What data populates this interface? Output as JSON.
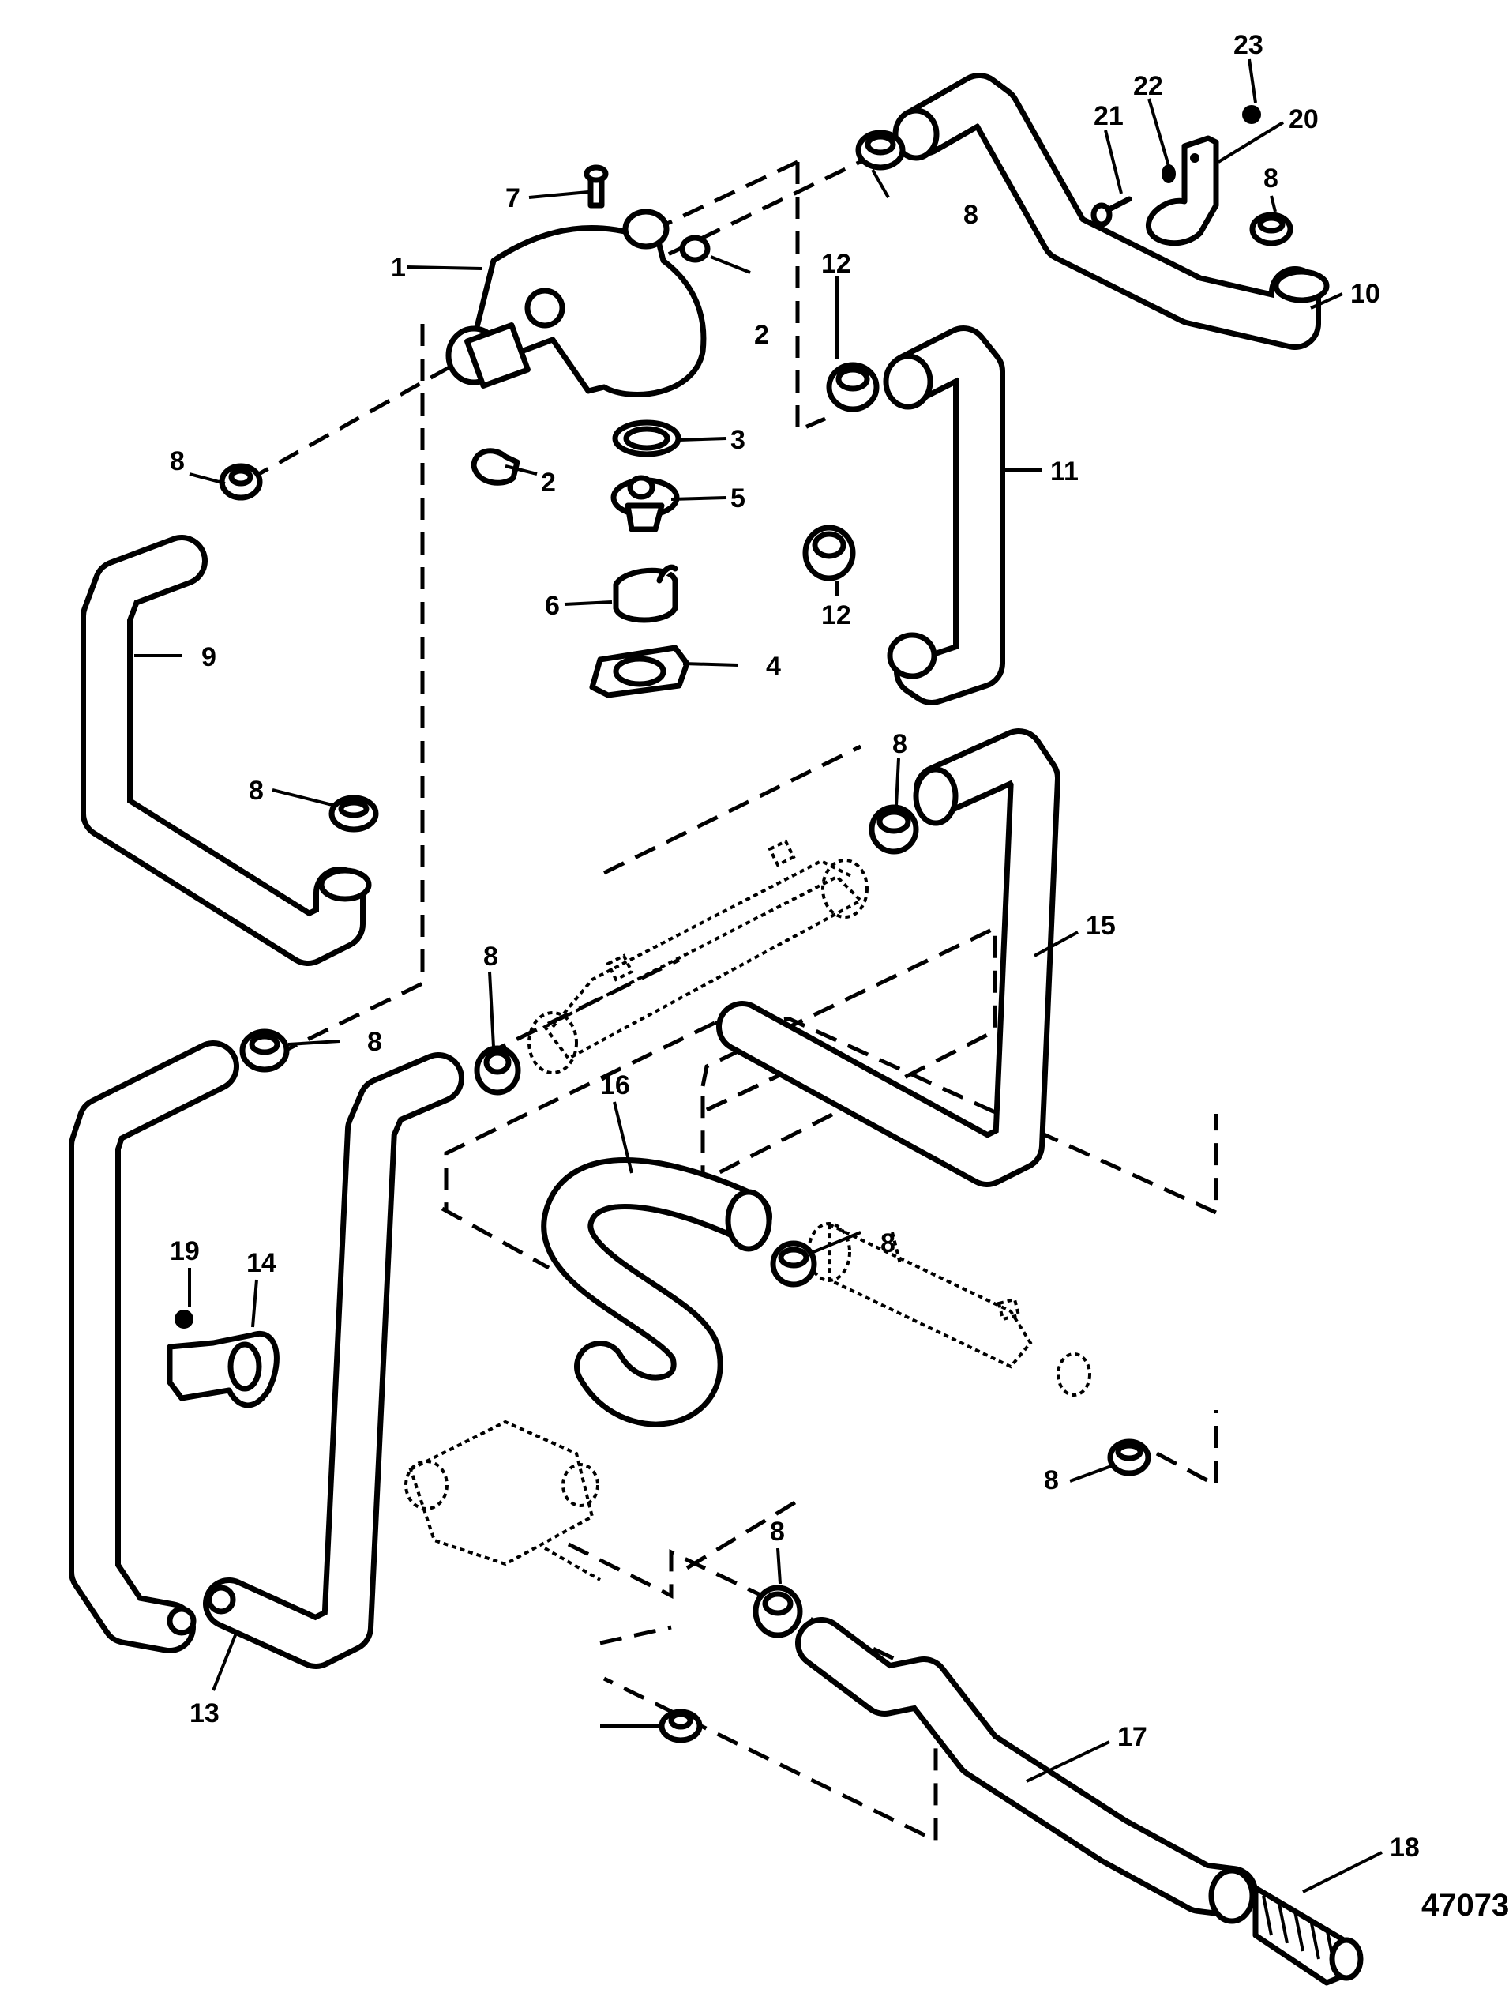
{
  "diagram": {
    "title": "Cooling system hoses exploded view",
    "document_number": "47073",
    "parts": [
      {
        "id": "p1",
        "label": "1",
        "name": "thermostat-housing"
      },
      {
        "id": "p2a",
        "label": "2",
        "name": "plug"
      },
      {
        "id": "p2b",
        "label": "2",
        "name": "plug"
      },
      {
        "id": "p3",
        "label": "3",
        "name": "gasket"
      },
      {
        "id": "p4",
        "label": "4",
        "name": "gasket"
      },
      {
        "id": "p5",
        "label": "5",
        "name": "thermostat"
      },
      {
        "id": "p6",
        "label": "6",
        "name": "sleeve"
      },
      {
        "id": "p7",
        "label": "7",
        "name": "bolt"
      },
      {
        "id": "p8a",
        "label": "8",
        "name": "hose-clamp"
      },
      {
        "id": "p8b",
        "label": "8",
        "name": "hose-clamp"
      },
      {
        "id": "p8c",
        "label": "8",
        "name": "hose-clamp"
      },
      {
        "id": "p8d",
        "label": "8",
        "name": "hose-clamp"
      },
      {
        "id": "p8e",
        "label": "8",
        "name": "hose-clamp"
      },
      {
        "id": "p8f",
        "label": "8",
        "name": "hose-clamp"
      },
      {
        "id": "p8g",
        "label": "8",
        "name": "hose-clamp"
      },
      {
        "id": "p8h",
        "label": "8",
        "name": "hose-clamp"
      },
      {
        "id": "p8i",
        "label": "8",
        "name": "hose-clamp"
      },
      {
        "id": "p8j",
        "label": "8",
        "name": "hose-clamp"
      },
      {
        "id": "p9",
        "label": "9",
        "name": "hose"
      },
      {
        "id": "p10",
        "label": "10",
        "name": "hose"
      },
      {
        "id": "p11",
        "label": "11",
        "name": "hose"
      },
      {
        "id": "p12a",
        "label": "12",
        "name": "hose-clamp"
      },
      {
        "id": "p12b",
        "label": "12",
        "name": "hose-clamp"
      },
      {
        "id": "p13",
        "label": "13",
        "name": "hose"
      },
      {
        "id": "p14",
        "label": "14",
        "name": "bracket"
      },
      {
        "id": "p15",
        "label": "15",
        "name": "hose"
      },
      {
        "id": "p16",
        "label": "16",
        "name": "hose"
      },
      {
        "id": "p17",
        "label": "17",
        "name": "hose"
      },
      {
        "id": "p18",
        "label": "18",
        "name": "spring"
      },
      {
        "id": "p19",
        "label": "19",
        "name": "nut"
      },
      {
        "id": "p20",
        "label": "20",
        "name": "bracket"
      },
      {
        "id": "p21",
        "label": "21",
        "name": "screw"
      },
      {
        "id": "p22",
        "label": "22",
        "name": "washer"
      },
      {
        "id": "p23",
        "label": "23",
        "name": "nut"
      }
    ]
  }
}
